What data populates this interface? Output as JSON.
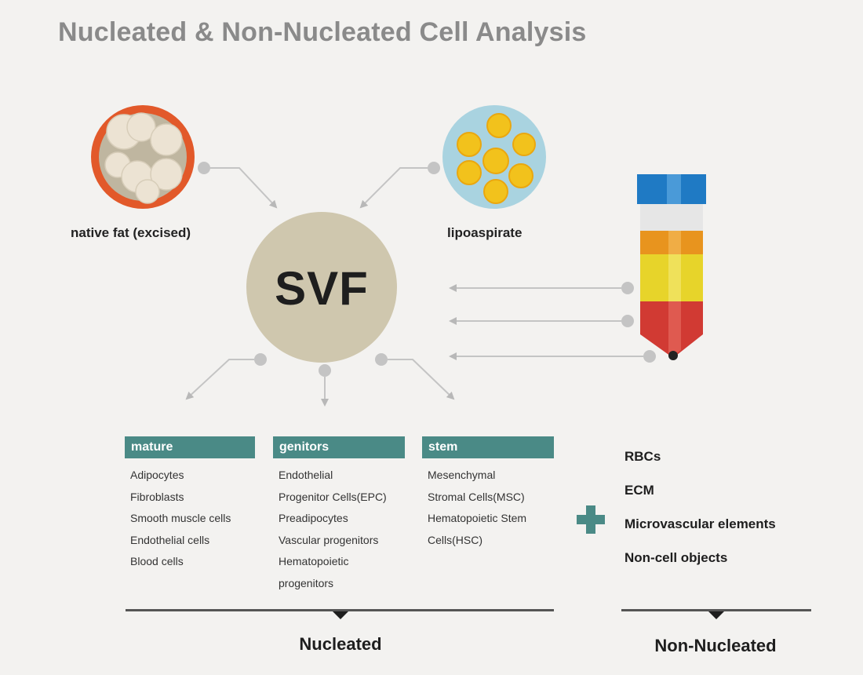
{
  "title": "Nucleated & Non-Nucleated Cell Analysis",
  "sources": {
    "native_fat": "native fat (excised)",
    "lipoaspirate": "lipoaspirate"
  },
  "center": "SVF",
  "categories": [
    {
      "header": "mature",
      "items": [
        "Adipocytes",
        "Fibroblasts",
        "Smooth muscle cells",
        "Endothelial cells",
        "Blood cells"
      ]
    },
    {
      "header": "genitors",
      "items": [
        "Endothelial",
        "Progenitor Cells(EPC)",
        "Preadipocytes",
        "Vascular progenitors",
        "Hematopoietic",
        "progenitors"
      ]
    },
    {
      "header": "stem",
      "items": [
        "Mesenchymal",
        "Stromal Cells(MSC)",
        "Hematopoietic Stem",
        "Cells(HSC)"
      ]
    }
  ],
  "non_nucleated_items": [
    "RBCs",
    "ECM",
    "Microvascular elements",
    "Non-cell objects"
  ],
  "group_labels": {
    "nucleated": "Nucleated",
    "non_nucleated": "Non-Nucleated"
  },
  "colors": {
    "accent_teal": "#4a8a86",
    "svf_circle": "#cfc7ae",
    "native_fat_ring": "#e2592a",
    "lipo_circle": "#a9d3e0",
    "fat_globule": "#f2c21c",
    "arrow_gray": "#c4c4c4",
    "tube_cap": "#1f7ac4",
    "tube_orange": "#e8941e",
    "tube_yellow": "#e7d42a",
    "tube_red": "#d13a33"
  },
  "icons": [
    "native-fat-illustration",
    "lipoaspirate-illustration",
    "test-tube-illustration",
    "plus-icon"
  ]
}
